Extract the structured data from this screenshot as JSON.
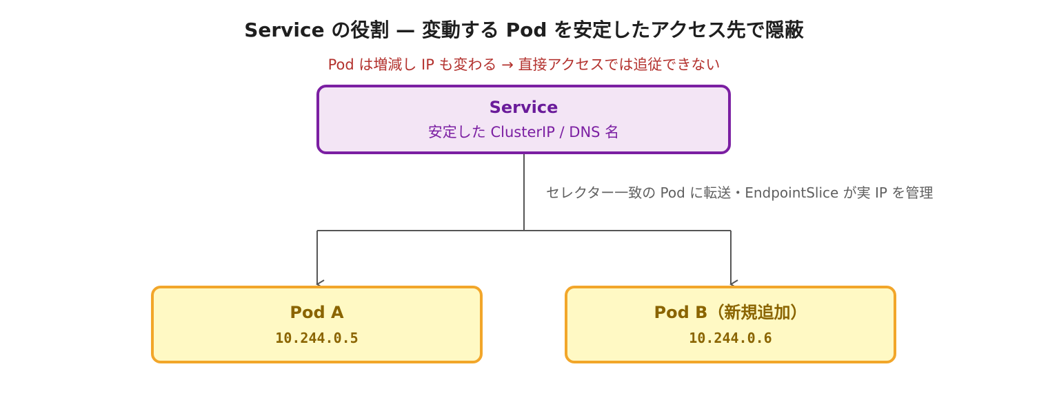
{
  "diagram": {
    "title": "Service の役割 — 変動する Pod を安定したアクセス先で隠蔽",
    "subtitle": "Pod は増減し IP も変わる → 直接アクセスでは追従できない",
    "service": {
      "name": "Service",
      "description": "安定した ClusterIP / DNS 名"
    },
    "edge_label": "セレクター一致の Pod に転送・EndpointSlice が実 IP を管理",
    "pods": [
      {
        "name": "Pod A",
        "ip": "10.244.0.5"
      },
      {
        "name": "Pod B（新規追加）",
        "ip": "10.244.0.6"
      }
    ],
    "colors": {
      "service_fill": "#f3e5f5",
      "service_border": "#7b1fa2",
      "pod_fill": "#fff9c4",
      "pod_border": "#f2a62a",
      "subtitle": "#b3322e",
      "connector": "#555555"
    }
  }
}
